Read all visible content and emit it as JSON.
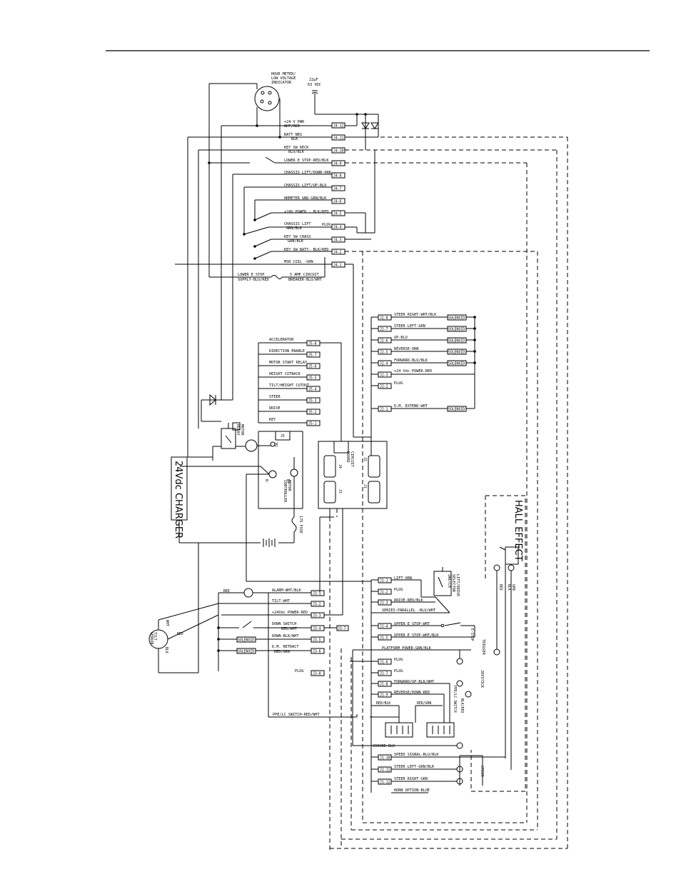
{
  "top_rule": true,
  "hour_meter": {
    "line1": "HOUR METER/",
    "line2": "LOW VOLTAGE",
    "line3": "INDICATOR"
  },
  "capacitor": {
    "line1": "22μF",
    "line2": "63 VDC"
  },
  "j4_rows": [
    {
      "pin": "J4-12",
      "label": "+24 V PWR",
      "label2": "WHT/RED"
    },
    {
      "pin": "J4-11",
      "label": "BATT NEG",
      "label2": "BLK"
    },
    {
      "pin": "J4-10",
      "label": "KEY SW DECK",
      "label2": "BLU/BLK"
    },
    {
      "pin": "J4-9",
      "label": "LOWER E STOP-RED/BLK",
      "label2": ""
    },
    {
      "pin": "J4-8",
      "label": "CHASSIS LIFT/DOWN-ORN",
      "label2": ""
    },
    {
      "pin": "J4-7",
      "label": "CHASSIS LIFT/UP-BLU",
      "label2": ""
    },
    {
      "pin": "J4-6",
      "label": "HRMETER GND-GRN/BLK",
      "label2": ""
    },
    {
      "pin": "J4-5",
      "label": "+24V POWER - BLK/RED",
      "label2": ""
    },
    {
      "pin": "J4-4",
      "label": "CHASSIS LIFT",
      "label2": "GRN/BLK"
    },
    {
      "pin": "J4-3",
      "label": "KEY SW CHASS",
      "label2": "GRN/BLK"
    },
    {
      "pin": "J4-2",
      "label": "KEY SW BATT- BLK/RED",
      "label2": ""
    },
    {
      "pin": "J4-1",
      "label": "MSR COIL -GRN",
      "label2": ""
    }
  ],
  "plug_j4": "PLUG",
  "lower_estop": {
    "line1": "LOWER E STOP",
    "line2": "SUPPLY-BLU/RED"
  },
  "breaker": {
    "line1": "5 AMP CIRCUIT",
    "line2": "BREAKER-BLU/WHT"
  },
  "j2_rows": [
    {
      "pin": "J2-8",
      "label": "STEER RIGHT-WHT/BLK",
      "sol": "SOLENOID"
    },
    {
      "pin": "J2-7",
      "label": "STEER LEFT-GRN",
      "sol": "SOLENOID"
    },
    {
      "pin": "J2-6",
      "label": "UP-BLU",
      "sol": "SOLENOID"
    },
    {
      "pin": "J2-5",
      "label": "REVERSE-ORN",
      "sol": "SOLENOID"
    },
    {
      "pin": "J2-4",
      "label": "FORWARD-BLU/BLK",
      "sol": "SOLENOID"
    },
    {
      "pin": "J2-3",
      "label": "+24 Vdc POWER-RED",
      "sol": ""
    },
    {
      "pin": "J2-2",
      "label": "PLUG",
      "sol": ""
    },
    {
      "pin": "J2-1",
      "label": "D.M. EXTEND-WHT",
      "sol": "SOLENOID"
    }
  ],
  "j5_rows": [
    {
      "pin": "J5-8",
      "label": "ACCELERATOR"
    },
    {
      "pin": "J5-7",
      "label": "DIRECTION ENABLE"
    },
    {
      "pin": "J5-6",
      "label": "MOTOR START RELAY"
    },
    {
      "pin": "J5-5",
      "label": "HEIGHT CUTBACK"
    },
    {
      "pin": "J5-4",
      "label": "TILT/HEIGHT CUTOUT"
    },
    {
      "pin": "J5-3",
      "label": "STEER"
    },
    {
      "pin": "J5-2",
      "label": "DRIVE"
    },
    {
      "pin": "J5-1",
      "label": "KEY"
    }
  ],
  "motor_relay": {
    "line1": "MOTOR",
    "line2": "RELAY"
  },
  "charger": "24Vdc CHARGER",
  "motor_controller": {
    "line1": "MOTOR",
    "line2": "CONTROLLER"
  },
  "fuse": {
    "line1": "175 FUSE"
  },
  "circuit_board": {
    "line1": "CIRCUIT",
    "line2": "BOARD"
  },
  "board_connectors": [
    "J4",
    "J3",
    "J2",
    "J1"
  ],
  "controller_terminals": {
    "m2": "M2",
    "b_minus": "B-",
    "b_plus": "B+"
  },
  "hall_effect": "HALL EFFECT",
  "j3_rows": [
    {
      "pin": "J3-1",
      "label": "ALARM-WHT/BLK"
    },
    {
      "pin": "J3-2",
      "label": "TILT-WHT"
    },
    {
      "pin": "J3-3",
      "label": "+24Vdc POWER-RED"
    },
    {
      "pin": "J3-4",
      "label": "DOWN SWITCH",
      "label2": "RED/WHT"
    },
    {
      "pin": "J3-5",
      "label": "DOWN-BLK/WHT"
    },
    {
      "pin": "J3-6",
      "label": "D.M. RETRACT",
      "label2": "RED/GRN"
    },
    {
      "pin": "J3-8",
      "label": "PLUG"
    }
  ],
  "j3_7": "J3-7",
  "red_label": "RED",
  "tilt_sensor": {
    "line1": "TILT",
    "line2": "SENSOR",
    "wht": "WHT",
    "red": "RED",
    "blk": "BLK"
  },
  "solenoid": "SOLENOID",
  "ppe_switch": "PPE/LC SWITCH-RED/WHT",
  "j1_rows": [
    {
      "pin": "J1-1",
      "label": "LIFT-ORN"
    },
    {
      "pin": "J1-2",
      "label": "PLUG"
    },
    {
      "pin": "J1-3",
      "label": "DRIVE-RED/BLK"
    },
    {
      "pin": "",
      "label": "SERIES-PARALLEL -BLU/WHT"
    },
    {
      "pin": "J1-4",
      "label": "UPPER E STOP-WHT"
    },
    {
      "pin": "J1-5",
      "label": "UPPER E STOP-WHT/BLK"
    },
    {
      "pin": "",
      "label": "PLATFORM POWER-GRN/BLK"
    },
    {
      "pin": "J1-6",
      "label": "PLUG"
    },
    {
      "pin": "J1-7",
      "label": "PLUG"
    },
    {
      "pin": "J1-8",
      "label": "FORWARD/UP-BLK/WHT"
    },
    {
      "pin": "J1-9",
      "label": "REVERSE/DOWN-RED"
    }
  ],
  "j1_low_rows": [
    {
      "pin": "",
      "label": "GROUND-BLK"
    },
    {
      "pin": "J1-10",
      "label": "SPEED SIGNAL-BLU/BLK"
    },
    {
      "pin": "J1-11",
      "label": "STEER LEFT-GRN/BLK"
    },
    {
      "pin": "J1-12",
      "label": "STEER RIGHT-GRN"
    },
    {
      "pin": "",
      "label": "HORN OPTION-BLUE"
    }
  ],
  "lift_drive_switch": {
    "line1": "LIFT/DRIVE",
    "line2": "SELECTOR",
    "line3": "SWITCH"
  },
  "estop_label": "E-STOP",
  "trigger": "TRIGGER",
  "joystick": "JOYSTICK",
  "ppe_lc": {
    "line1": "PPE/LC SWITCH"
  },
  "red_blk": "RED/BLK",
  "red_grn": "RED/GRN",
  "blk_red": "BLK/RED",
  "steer": "STEER",
  "hall_wires": {
    "red": "RED",
    "blk": "BLK",
    "grn": "GRN"
  }
}
